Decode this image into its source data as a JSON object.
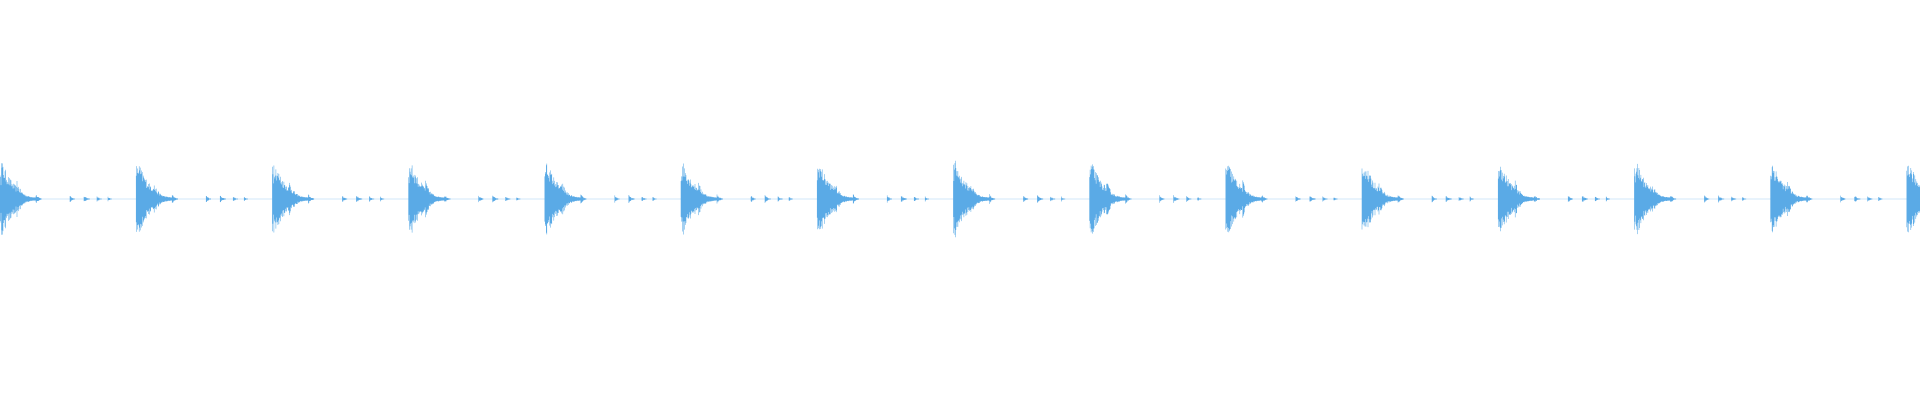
{
  "waveform": {
    "color": "#5aaae6",
    "background": "#ffffff",
    "hit_count": 15,
    "hits_visible_partially": 1,
    "peak_level_fraction": 0.4
  }
}
